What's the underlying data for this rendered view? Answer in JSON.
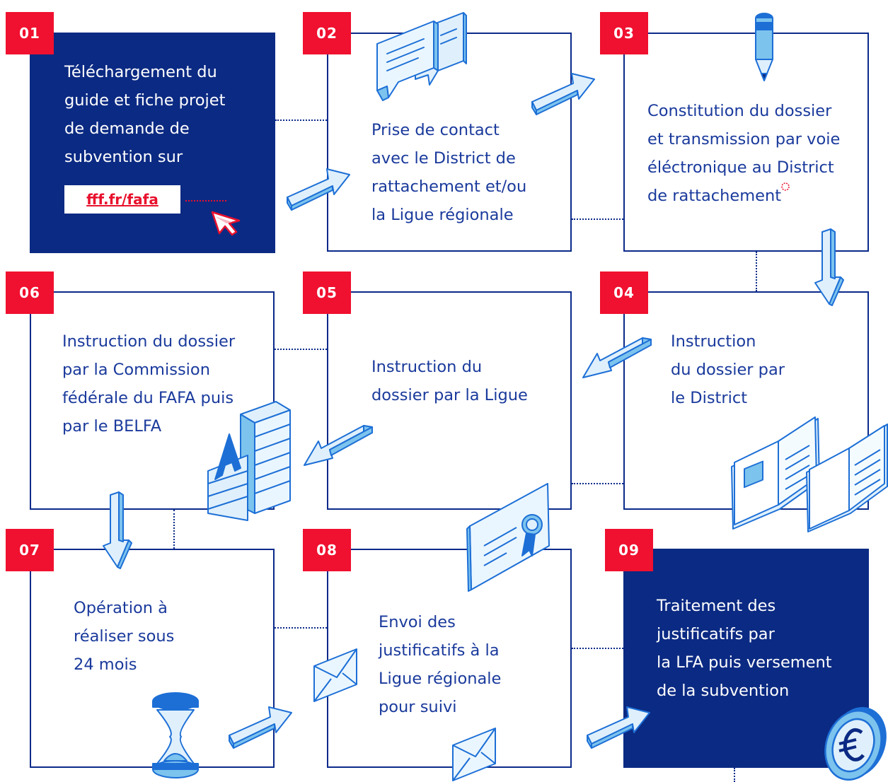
{
  "steps": [
    {
      "num": "01",
      "lines": [
        "Téléchargement du",
        "guide et fiche projet",
        "de demande de",
        "subvention sur"
      ],
      "link": "fff.fr/fafa"
    },
    {
      "num": "02",
      "lines": [
        "Prise de contact",
        "avec le District de",
        "rattachement et/ou",
        "la Ligue régionale"
      ]
    },
    {
      "num": "03",
      "lines": [
        "Constitution du dossier",
        "et transmission par voie",
        "éléctronique au District",
        "de rattachement"
      ]
    },
    {
      "num": "04",
      "lines": [
        "Instruction",
        "du dossier par",
        "le District"
      ]
    },
    {
      "num": "05",
      "lines": [
        "Instruction du",
        "dossier par la Ligue"
      ]
    },
    {
      "num": "06",
      "lines": [
        "Instruction du dossier",
        "par la Commission",
        "fédérale du FAFA puis",
        "par le BELFA"
      ]
    },
    {
      "num": "07",
      "lines": [
        "Opération à",
        "réaliser sous",
        "24 mois"
      ]
    },
    {
      "num": "08",
      "lines": [
        "Envoi des",
        "justificatifs à la",
        "Ligue régionale",
        "pour suivi"
      ]
    },
    {
      "num": "09",
      "lines": [
        "Traitement des",
        "justificatifs par",
        "la LFA puis versement",
        "de la subvention"
      ]
    }
  ],
  "colors": {
    "navy": "#0b2a83",
    "red": "#f0102f",
    "text_blue": "#1a3a9c",
    "arrow_fill": "#7cc3ee"
  },
  "icons": [
    "cursor-icon",
    "chat-bubbles-icon",
    "pencil-icon",
    "books-icon",
    "letter-a-stack-icon",
    "hourglass-icon",
    "certificate-icon",
    "envelope-icon",
    "euro-coin-icon",
    "arrow-icon"
  ]
}
